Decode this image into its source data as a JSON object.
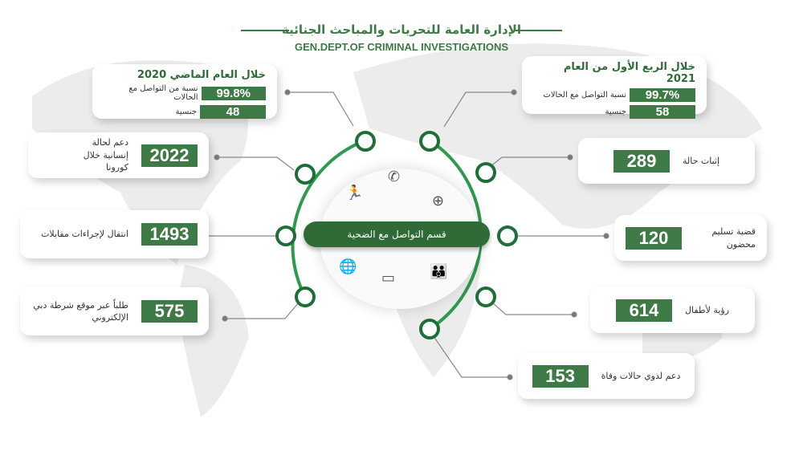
{
  "header": {
    "title_ar": "الإدارة العامة للتحريات والمباحث الجنائية",
    "title_en": "GEN.DEPT.OF CRIMINAL INVESTIGATIONS"
  },
  "center": {
    "label": "قسم التواصل مع الضحية"
  },
  "summary_2020": {
    "heading": "خلال العام الماضي 2020",
    "rate": "99.8%",
    "rate_label": "نسبة من التواصل مع الحالات",
    "nationalities": "48",
    "nationalities_label": "جنسية"
  },
  "summary_2021": {
    "heading": "خلال الربع الأول من العام 2021",
    "rate": "99.7%",
    "rate_label": "نسبة التواصل مع الحالات",
    "nationalities": "58",
    "nationalities_label": "جنسية"
  },
  "left_stats": [
    {
      "value": "2022",
      "label": "دعم لحالة إنسانية خلال كورونا"
    },
    {
      "value": "1493",
      "label": "انتقال لإجراءات مقابلات"
    },
    {
      "value": "575",
      "label": "طلباً عبر موقع شرطة دبي الإلكتروني"
    }
  ],
  "right_stats": [
    {
      "value": "289",
      "label": "إثبات حالة"
    },
    {
      "value": "120",
      "label": "قضية تسليم محضون"
    },
    {
      "value": "614",
      "label": "رؤية لأطفال"
    },
    {
      "value": "153",
      "label": "دعم لذوي حالات وفاة"
    }
  ],
  "colors": {
    "accent": "#3d7a45",
    "ring": "#2e9a4e"
  }
}
